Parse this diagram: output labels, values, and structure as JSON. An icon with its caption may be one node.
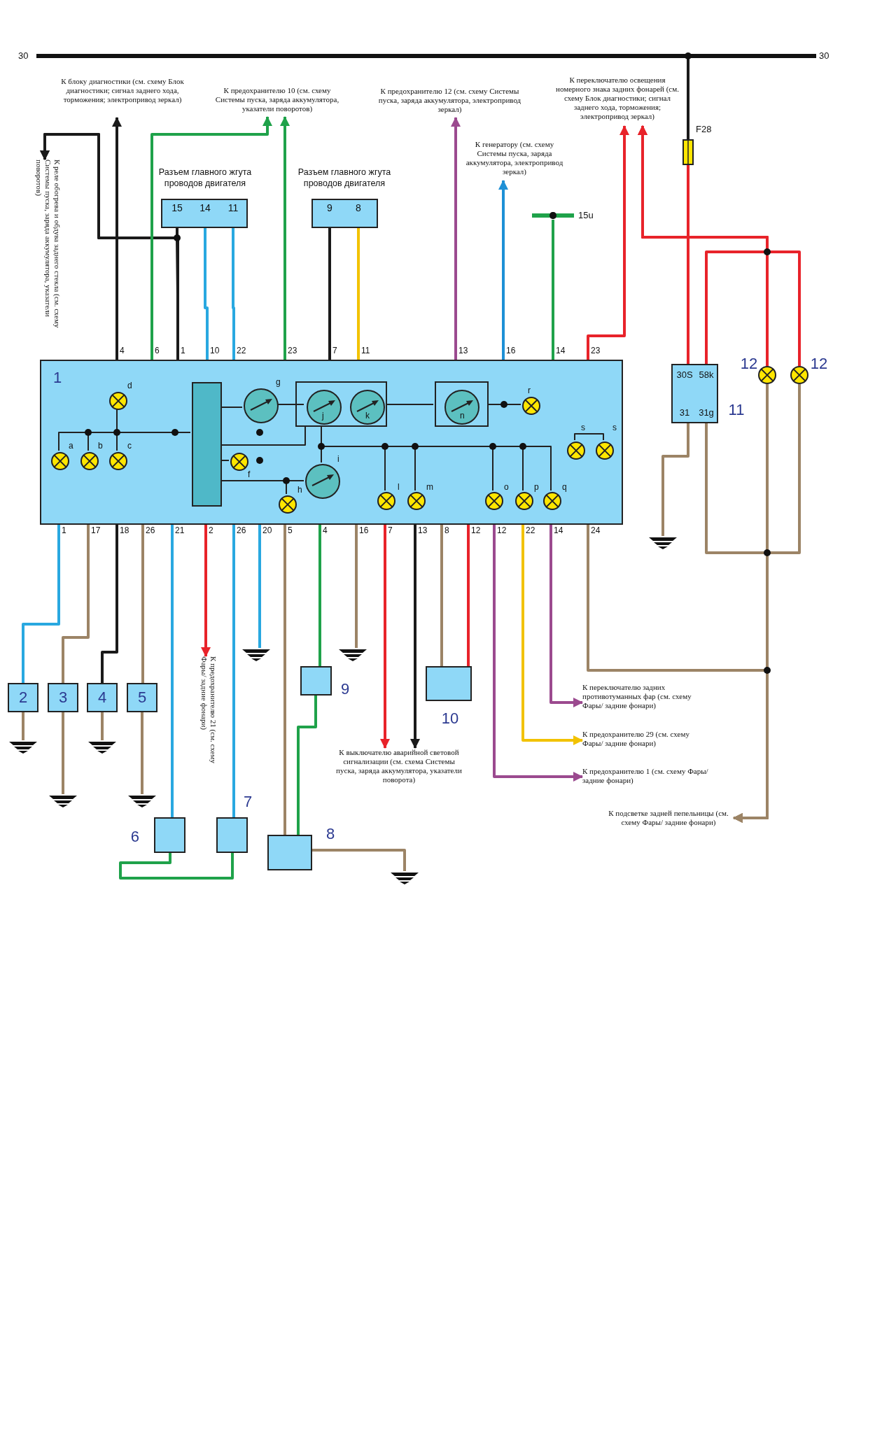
{
  "diagram": {
    "nodes": [
      {
        "text": [
          "30",
          "30"
        ]
      },
      {
        "text": [
          "К блоку диагностики (см. схему Блок диагностики; сигнал заднего хода, торможения; электропривод зеркал)"
        ]
      },
      {
        "text": [
          "К реле обогрева и обдува заднего стекла (см. схему Системы пуска, заряда аккумулятора, указатели поворотов)"
        ]
      },
      {
        "text": [
          "К предохранителю 10 (см. схему Системы пуска, заряда аккумулятора, указатели поворотов)"
        ]
      },
      {
        "text": [
          "К предохранителю 12 (см. схему Системы пуска, заряда аккумулятора, электропривод зеркал)"
        ]
      },
      {
        "text": [
          "К генератору (см. схему Системы пуска, заряда аккумулятора, электропривод зеркал)"
        ]
      },
      {
        "text": [
          "15u"
        ]
      },
      {
        "text": [
          "К переключателю освещения номерного знака задних фонарей (см. схему Блок диагностики; сигнал заднего хода, торможения; электропривод зеркал)"
        ]
      },
      {
        "text": [
          "F28"
        ]
      },
      {
        "text": [
          "Разъем главного жгута проводов двигателя",
          "15",
          "14",
          "11"
        ]
      },
      {
        "text": [
          "Разъем главного жгута проводов двигателя",
          "9",
          "8"
        ]
      },
      {
        "text": [
          "1"
        ]
      },
      {
        "text": [
          "d"
        ],
        "in": 11
      },
      {
        "text": [
          "a"
        ],
        "in": 11
      },
      {
        "text": [
          "b"
        ],
        "in": 11
      },
      {
        "text": [
          "c"
        ],
        "in": 11
      },
      {
        "text": [],
        "shape": "bar",
        "in": 11
      },
      {
        "text": [
          "g"
        ],
        "in": 11
      },
      {
        "text": [],
        "shape": "box",
        "in": 11
      },
      {
        "text": [
          "j"
        ],
        "in": 18
      },
      {
        "text": [
          "k"
        ],
        "in": 18
      },
      {
        "text": [],
        "shape": "box",
        "in": 11
      },
      {
        "text": [
          "n"
        ],
        "in": 21
      },
      {
        "text": [
          "r"
        ],
        "in": 11
      },
      {
        "text": [
          "f"
        ],
        "in": 11
      },
      {
        "text": [
          "h"
        ],
        "in": 11
      },
      {
        "text": [
          "i"
        ],
        "in": 11
      },
      {
        "text": [
          "l"
        ],
        "in": 11
      },
      {
        "text": [
          "m"
        ],
        "in": 11
      },
      {
        "text": [
          "o"
        ],
        "in": 11
      },
      {
        "text": [
          "p"
        ],
        "in": 11
      },
      {
        "text": [
          "q"
        ],
        "in": 11
      },
      {
        "text": [
          "s"
        ],
        "in": 11
      },
      {
        "text": [
          "s"
        ],
        "in": 11
      },
      {
        "text": [
          "2"
        ]
      },
      {
        "text": [
          "3"
        ]
      },
      {
        "text": [
          "4"
        ]
      },
      {
        "text": [
          "5"
        ]
      },
      {
        "text": [
          "6"
        ]
      },
      {
        "text": [
          "7"
        ]
      },
      {
        "text": [
          "8"
        ]
      },
      {
        "text": [
          "9"
        ]
      },
      {
        "text": [
          "10"
        ]
      },
      {
        "text": [
          "30S",
          "58k",
          "31",
          "31g",
          "11"
        ]
      },
      {
        "text": [
          "12"
        ]
      },
      {
        "text": [
          "12"
        ]
      },
      {
        "text": [
          "К предохранителю 21 (см. схему Фары/ задние фонари)"
        ]
      },
      {
        "text": [
          "К выключателю аварийной световой сигнализации (см. схема Системы пуска, заряда аккумулятора, указатели поворота)"
        ]
      },
      {
        "text": [
          "К переключателю задних противотуманных фар (см. схему Фары/ задние фонари)"
        ]
      },
      {
        "text": [
          "К предохранителю 29 (см. схему Фары/ задние фонари)"
        ]
      },
      {
        "text": [
          "К предохранителю 1 (см. схему Фары/ задние фонари)"
        ]
      },
      {
        "text": [
          "К подсветке задней пепельницы (см. схему Фары/ задние фонари)"
        ]
      },
      {
        "text": [],
        "shape": "ground"
      },
      {
        "text": [],
        "shape": "ground"
      },
      {
        "text": [],
        "shape": "ground"
      },
      {
        "text": [],
        "shape": "ground"
      },
      {
        "text": [],
        "shape": "ground"
      },
      {
        "text": [],
        "shape": "ground"
      },
      {
        "text": [],
        "shape": "ground"
      },
      {
        "text": [],
        "shape": "ground"
      }
    ],
    "edges": [
      {
        "from": 11,
        "to": 1,
        "arrow": "to",
        "color": "#1a1a1a"
      },
      {
        "from": 11,
        "to": 2,
        "arrow": "to",
        "color": "#1a1a1a"
      },
      {
        "from": 9,
        "to": 2,
        "arrow": "to",
        "color": "#1a1a1a"
      },
      {
        "from": 9,
        "to": 11,
        "arrow": "none",
        "color": "#1a1a1a"
      },
      {
        "from": 11,
        "to": 3,
        "arrow": "to",
        "color": "#1fa24a"
      },
      {
        "from": 11,
        "to": 3,
        "arrow": "to",
        "color": "#1fa24a"
      },
      {
        "from": 9,
        "to": 11,
        "arrow": "none",
        "color": "#29a8e0"
      },
      {
        "from": 9,
        "to": 11,
        "arrow": "none",
        "color": "#29a8e0"
      },
      {
        "from": 10,
        "to": 11,
        "arrow": "none",
        "color": "#1a1a1a"
      },
      {
        "from": 10,
        "to": 11,
        "arrow": "none",
        "color": "#f2c200"
      },
      {
        "from": 11,
        "to": 4,
        "arrow": "to",
        "color": "#9b4a8f"
      },
      {
        "from": 11,
        "to": 5,
        "arrow": "to",
        "color": "#1e90d6"
      },
      {
        "from": 6,
        "to": 11,
        "arrow": "none",
        "color": "#1fa24a"
      },
      {
        "from": 11,
        "to": 7,
        "arrow": "to",
        "color": "#e8232a"
      },
      {
        "from": 0,
        "to": 8,
        "arrow": "none",
        "color": "#1a1a1a"
      },
      {
        "from": 8,
        "to": 43,
        "arrow": "none",
        "color": "#e8232a"
      },
      {
        "from": 43,
        "to": 7,
        "arrow": "to",
        "color": "#e8232a"
      },
      {
        "from": 44,
        "to": 7,
        "arrow": "to",
        "color": "#e8232a"
      },
      {
        "from": 45,
        "to": 7,
        "arrow": "to",
        "color": "#e8232a"
      },
      {
        "from": 43,
        "to": 59,
        "arrow": "none",
        "color": "#9c8466"
      },
      {
        "from": 43,
        "to": 51,
        "arrow": "to",
        "color": "#9c8466"
      },
      {
        "from": 44,
        "to": 51,
        "arrow": "to",
        "color": "#9c8466"
      },
      {
        "from": 45,
        "to": 51,
        "arrow": "to",
        "color": "#9c8466"
      },
      {
        "from": 11,
        "to": 51,
        "arrow": "to",
        "color": "#9c8466"
      },
      {
        "from": 11,
        "to": 34,
        "arrow": "none",
        "color": "#29a8e0"
      },
      {
        "from": 34,
        "to": 52,
        "arrow": "none",
        "color": "#9c8466"
      },
      {
        "from": 11,
        "to": 35,
        "arrow": "none",
        "color": "#9c8466"
      },
      {
        "from": 35,
        "to": 53,
        "arrow": "none",
        "color": "#9c8466"
      },
      {
        "from": 11,
        "to": 36,
        "arrow": "none",
        "color": "#1a1a1a"
      },
      {
        "from": 36,
        "to": 54,
        "arrow": "none",
        "color": "#9c8466"
      },
      {
        "from": 11,
        "to": 37,
        "arrow": "none",
        "color": "#9c8466"
      },
      {
        "from": 37,
        "to": 55,
        "arrow": "none",
        "color": "#9c8466"
      },
      {
        "from": 11,
        "to": 38,
        "arrow": "none",
        "color": "#29a8e0"
      },
      {
        "from": 11,
        "to": 46,
        "arrow": "to",
        "color": "#e8232a"
      },
      {
        "from": 11,
        "to": 39,
        "arrow": "none",
        "color": "#29a8e0"
      },
      {
        "from": 38,
        "to": 39,
        "arrow": "none",
        "color": "#1fa24a"
      },
      {
        "from": 11,
        "to": 56,
        "arrow": "none",
        "color": "#29a8e0"
      },
      {
        "from": 11,
        "to": 40,
        "arrow": "none",
        "color": "#9c8466"
      },
      {
        "from": 11,
        "to": 41,
        "arrow": "none",
        "color": "#1fa24a"
      },
      {
        "from": 41,
        "to": 40,
        "arrow": "none",
        "color": "#1fa24a"
      },
      {
        "from": 40,
        "to": 58,
        "arrow": "none",
        "color": "#9c8466"
      },
      {
        "from": 11,
        "to": 57,
        "arrow": "none",
        "color": "#9c8466"
      },
      {
        "from": 11,
        "to": 47,
        "arrow": "to",
        "color": "#e8232a"
      },
      {
        "from": 11,
        "to": 47,
        "arrow": "to",
        "color": "#1a1a1a"
      },
      {
        "from": 11,
        "to": 42,
        "arrow": "none",
        "color": "#9c8466"
      },
      {
        "from": 11,
        "to": 42,
        "arrow": "none",
        "color": "#e8232a"
      },
      {
        "from": 11,
        "to": 50,
        "arrow": "to",
        "color": "#9b4a8f"
      },
      {
        "from": 11,
        "to": 49,
        "arrow": "to",
        "color": "#f2c200"
      },
      {
        "from": 11,
        "to": 48,
        "arrow": "to",
        "color": "#9b4a8f"
      },
      {
        "from": 13,
        "to": 16,
        "arrow": "none"
      },
      {
        "from": 14,
        "to": 16,
        "arrow": "none"
      },
      {
        "from": 15,
        "to": 16,
        "arrow": "none"
      },
      {
        "from": 12,
        "to": 16,
        "arrow": "none"
      },
      {
        "from": 16,
        "to": 17,
        "arrow": "none"
      },
      {
        "from": 17,
        "to": 19,
        "arrow": "none"
      },
      {
        "from": 16,
        "to": 18,
        "arrow": "none"
      },
      {
        "from": 18,
        "to": 21,
        "arrow": "none"
      },
      {
        "from": 21,
        "to": 23,
        "arrow": "none"
      },
      {
        "from": 16,
        "to": 24,
        "arrow": "none"
      },
      {
        "from": 16,
        "to": 26,
        "arrow": "none"
      },
      {
        "from": 16,
        "to": 25,
        "arrow": "none"
      },
      {
        "from": 18,
        "to": 26,
        "arrow": "none"
      },
      {
        "from": 18,
        "to": 27,
        "arrow": "none"
      },
      {
        "from": 18,
        "to": 28,
        "arrow": "none"
      },
      {
        "from": 18,
        "to": 29,
        "arrow": "none"
      },
      {
        "from": 18,
        "to": 30,
        "arrow": "none"
      },
      {
        "from": 18,
        "to": 31,
        "arrow": "none"
      },
      {
        "from": 32,
        "to": 33,
        "arrow": "none"
      }
    ],
    "labels": [
      "4",
      "6",
      "1",
      "10",
      "22",
      "23",
      "7",
      "11",
      "13",
      "16",
      "14",
      "23",
      "1",
      "17",
      "18",
      "26",
      "21",
      "2",
      "26",
      "20",
      "5",
      "4",
      "16",
      "7",
      "13",
      "8",
      "12",
      "12",
      "22",
      "14",
      "24"
    ]
  }
}
